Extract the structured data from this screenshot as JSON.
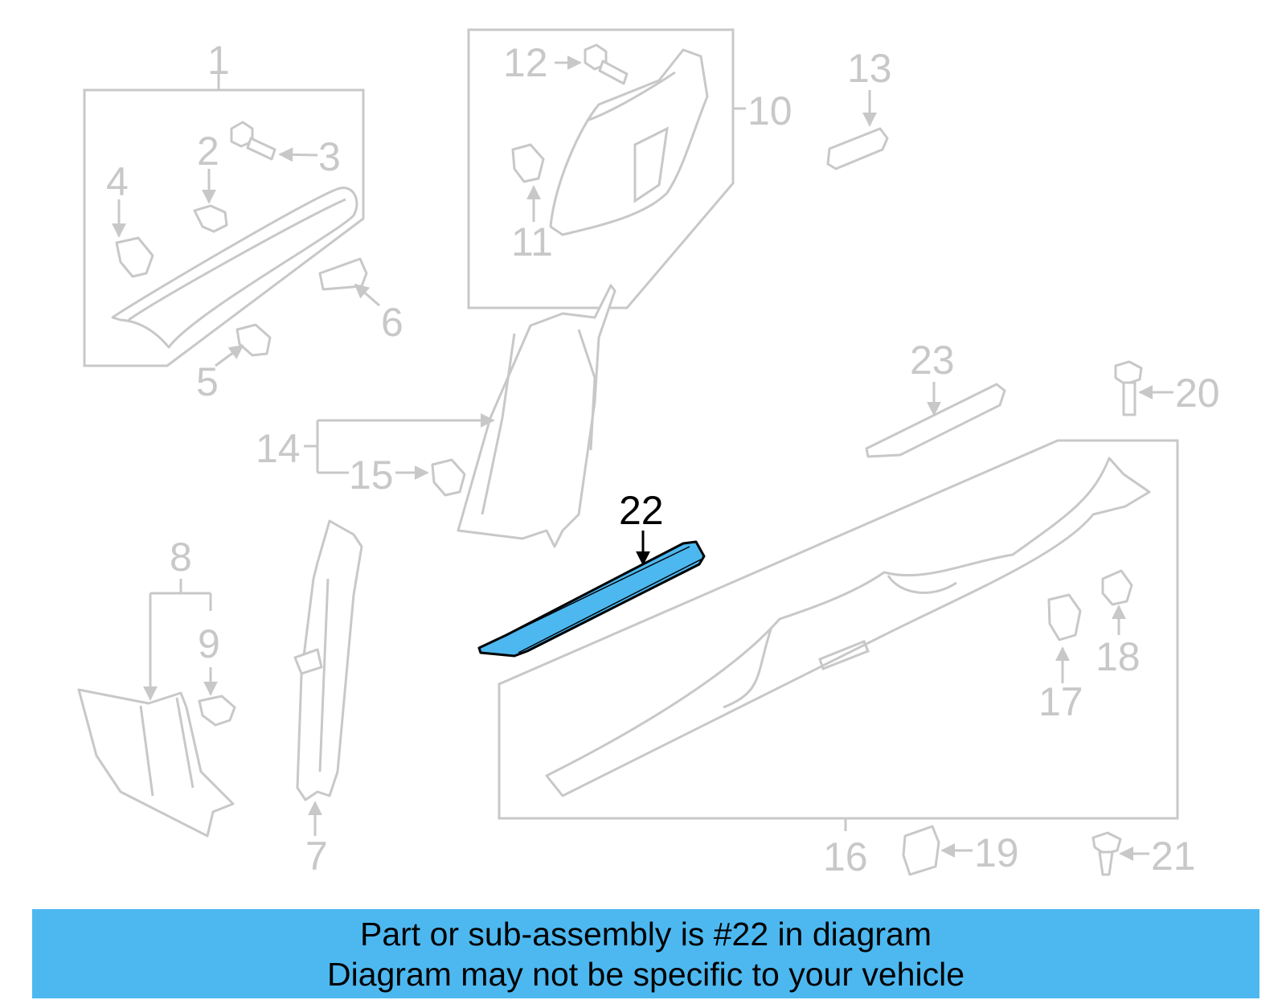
{
  "diagram": {
    "callouts": [
      {
        "id": "1",
        "label": "1"
      },
      {
        "id": "2",
        "label": "2"
      },
      {
        "id": "3",
        "label": "3"
      },
      {
        "id": "4",
        "label": "4"
      },
      {
        "id": "5",
        "label": "5"
      },
      {
        "id": "6",
        "label": "6"
      },
      {
        "id": "7",
        "label": "7"
      },
      {
        "id": "8",
        "label": "8"
      },
      {
        "id": "9",
        "label": "9"
      },
      {
        "id": "10",
        "label": "10"
      },
      {
        "id": "11",
        "label": "11"
      },
      {
        "id": "12",
        "label": "12"
      },
      {
        "id": "13",
        "label": "13"
      },
      {
        "id": "14",
        "label": "14"
      },
      {
        "id": "15",
        "label": "15"
      },
      {
        "id": "16",
        "label": "16"
      },
      {
        "id": "17",
        "label": "17"
      },
      {
        "id": "18",
        "label": "18"
      },
      {
        "id": "19",
        "label": "19"
      },
      {
        "id": "20",
        "label": "20"
      },
      {
        "id": "21",
        "label": "21"
      },
      {
        "id": "22",
        "label": "22"
      },
      {
        "id": "23",
        "label": "23"
      }
    ],
    "highlighted_part": "22",
    "colors": {
      "highlight_fill": "#4db8f0",
      "highlight_stroke": "#000000",
      "line_art": "#c8c8c8",
      "banner_bg": "#4db8f0"
    }
  },
  "banner": {
    "line1": "Part or sub-assembly is #22 in diagram",
    "line2": "Diagram may not be specific to your vehicle"
  }
}
